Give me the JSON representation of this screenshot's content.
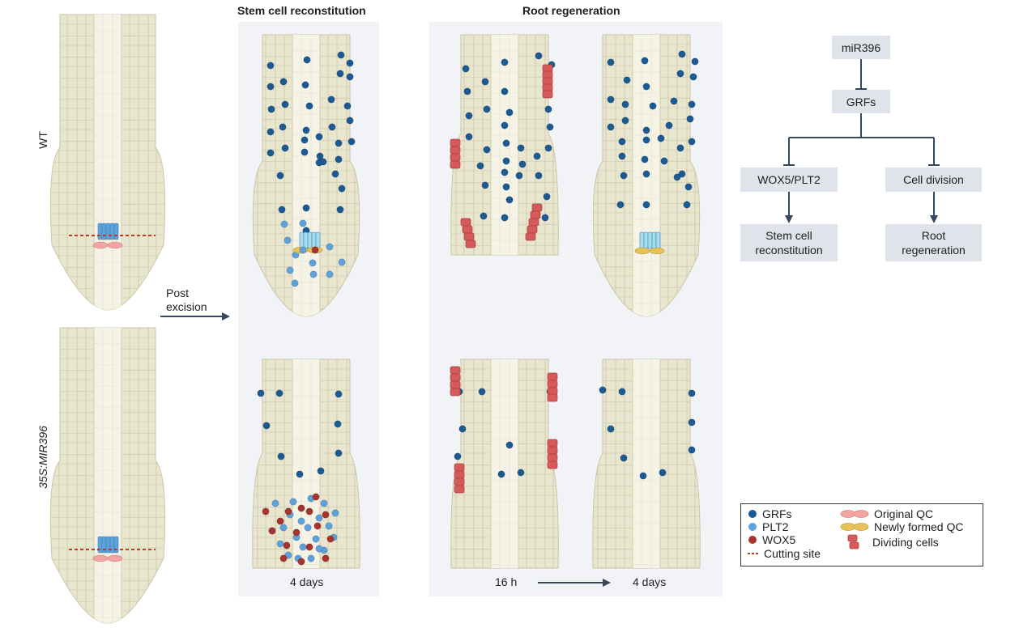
{
  "titles": {
    "stem_cell": "Stem cell reconstitution",
    "root_regen": "Root regeneration"
  },
  "row_labels": {
    "wt": "WT",
    "mir": "35S:MIR396"
  },
  "post_excision": [
    "Post",
    "excision"
  ],
  "captions": {
    "scr_bottom": "4 days",
    "rr_16h": "16 h",
    "rr_4days": "4 days"
  },
  "flow": {
    "mir396": "miR396",
    "grfs": "GRFs",
    "wox_plt": "WOX5/PLT2",
    "cell_division": "Cell division",
    "stem_recon": [
      "Stem cell",
      "reconstitution"
    ],
    "root_regen": [
      "Root",
      "regeneration"
    ]
  },
  "legend": {
    "grfs": "GRFs",
    "plt2": "PLT2",
    "wox5": "WOX5",
    "cutting": "Cutting site",
    "original_qc": "Original QC",
    "new_qc": "Newly formed QC",
    "dividing": "Dividing cells"
  },
  "colors": {
    "tissue": "#e8e6cf",
    "tissue_line": "#c9c6a6",
    "vascular": "#f5f3e6",
    "grf": "#1c5a93",
    "plt2": "#5ea2dc",
    "wox5": "#a8332f",
    "dividing": "#d65a5a",
    "cut": "#c0392b",
    "original_qc": "#f0a6a4",
    "new_qc": "#e6c35a",
    "arrow": "#34495e",
    "box": "#dfe3ea",
    "panel": "#f2f3f6"
  }
}
